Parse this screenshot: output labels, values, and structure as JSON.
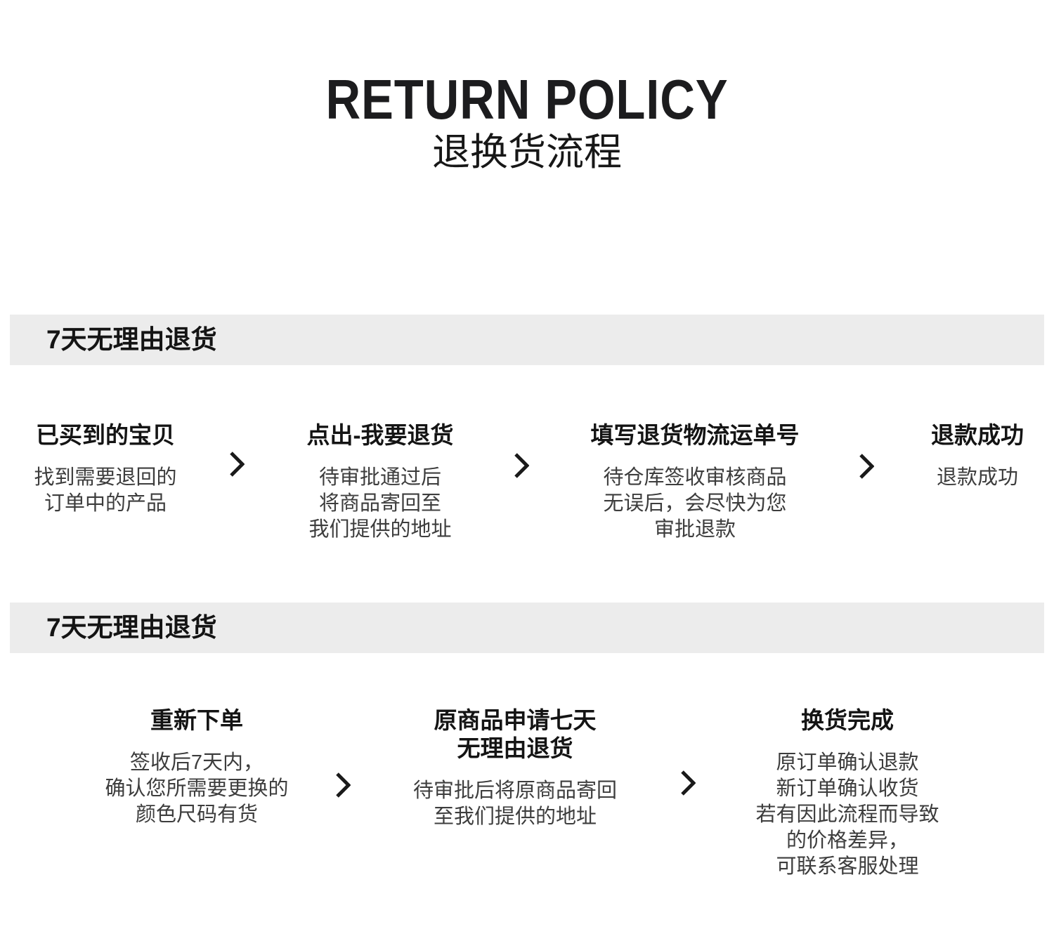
{
  "header": {
    "title": "RETURN POLICY",
    "subtitle": "退换货流程"
  },
  "colors": {
    "banner_bg": "#ececec",
    "heading_text": "#141414",
    "body_text": "#3d3d3d"
  },
  "icons": {
    "step_separator": "chevron-right"
  },
  "sections": [
    {
      "banner": "7天无理由退货",
      "steps": [
        {
          "title": "已买到的宝贝",
          "desc": "找到需要退回的\n订单中的产品"
        },
        {
          "title": "点出-我要退货",
          "desc": "待审批通过后\n将商品寄回至\n我们提供的地址"
        },
        {
          "title": "填写退货物流运单号",
          "desc": "待仓库签收审核商品\n无误后，会尽快为您\n审批退款"
        },
        {
          "title": "退款成功",
          "desc": "退款成功"
        }
      ]
    },
    {
      "banner": "7天无理由退货",
      "steps": [
        {
          "title": "重新下单",
          "desc": "签收后7天内，\n确认您所需要更换的\n颜色尺码有货"
        },
        {
          "title": "原商品申请七天\n无理由退货",
          "desc": "待审批后将原商品寄回\n至我们提供的地址"
        },
        {
          "title": "换货完成",
          "desc": "原订单确认退款\n新订单确认收货\n若有因此流程而导致\n的价格差异，\n可联系客服处理"
        }
      ]
    }
  ]
}
